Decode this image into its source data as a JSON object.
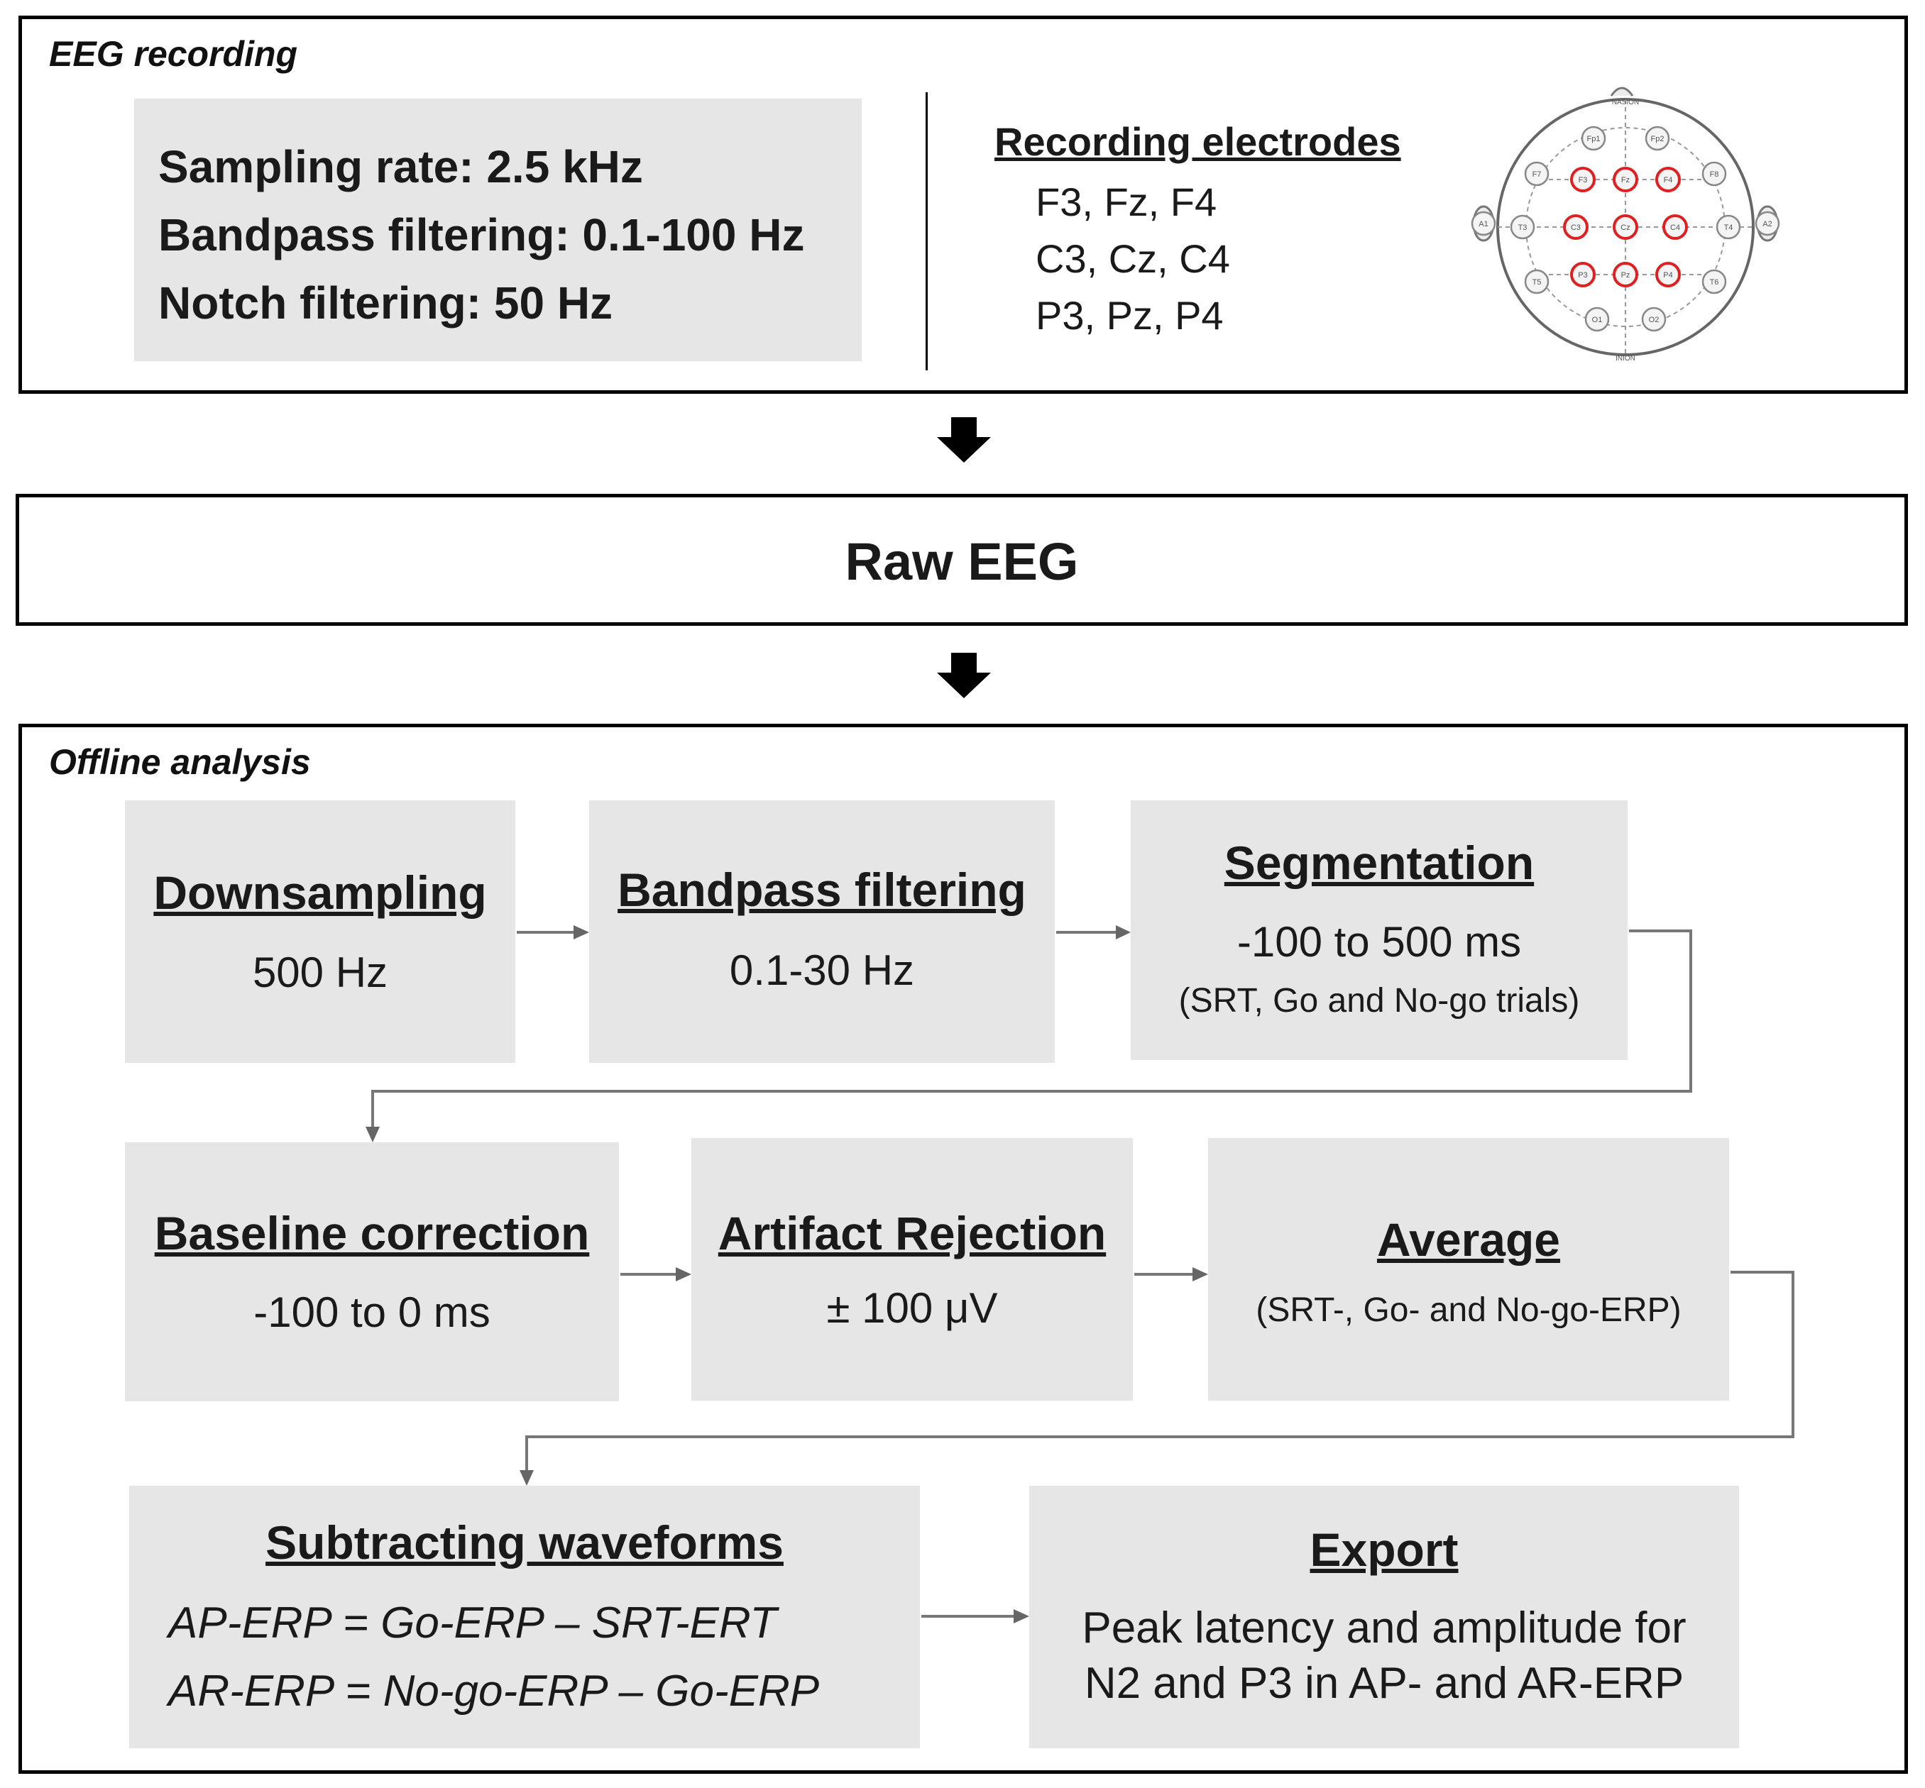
{
  "recording": {
    "label": "EEG recording",
    "params": [
      "Sampling rate: 2.5 kHz",
      "Bandpass filtering: 0.1-100 Hz",
      "Notch filtering: 50 Hz"
    ],
    "electrodes_title": "Recording electrodes",
    "electrodes": [
      "F3, Fz, F4",
      "C3, Cz,  C4",
      "P3, Pz,  P4"
    ],
    "map": {
      "nasion": "NASION",
      "inion": "INION",
      "highlighted": [
        "F3",
        "Fz",
        "F4",
        "C3",
        "Cz",
        "C4",
        "P3",
        "Pz",
        "P4"
      ],
      "other": [
        "Fp1",
        "Fp2",
        "F7",
        "F8",
        "T3",
        "T4",
        "T5",
        "T6",
        "O1",
        "O2",
        "A1",
        "A2"
      ],
      "highlight_color": "#e02020"
    }
  },
  "raw": {
    "label": "Raw EEG"
  },
  "offline": {
    "label": "Offline analysis",
    "steps": {
      "downsampling": {
        "title": "Downsampling",
        "value": "500 Hz"
      },
      "bandpass": {
        "title": "Bandpass filtering",
        "value": "0.1-30 Hz"
      },
      "segmentation": {
        "title": "Segmentation",
        "value": "-100 to 500 ms",
        "sub": "(SRT, Go and No-go trials)"
      },
      "baseline": {
        "title": "Baseline correction",
        "value": "-100 to 0 ms"
      },
      "artifact": {
        "title": "Artifact Rejection",
        "value": "± 100 μV"
      },
      "average": {
        "title": "Average",
        "sub": "(SRT-, Go- and No-go-ERP)"
      },
      "subtracting": {
        "title": "Subtracting waveforms",
        "formulas": [
          "AP-ERP = Go-ERP – SRT-ERT",
          "AR-ERP = No-go-ERP – Go-ERP"
        ]
      },
      "export": {
        "title": "Export",
        "lines": [
          "Peak latency and amplitude for",
          "N2 and P3 in AP- and AR-ERP"
        ]
      }
    }
  }
}
